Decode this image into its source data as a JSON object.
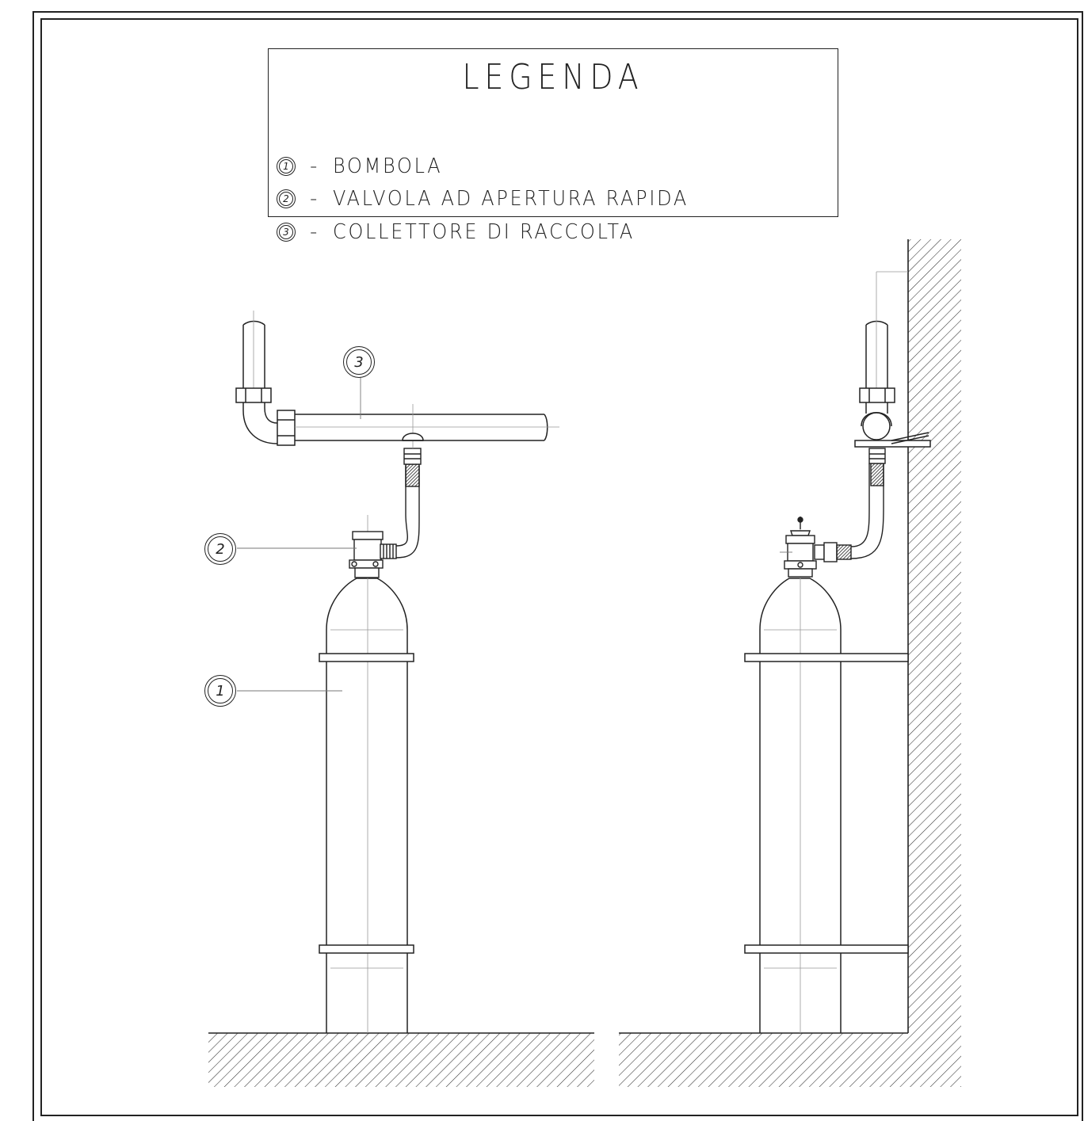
{
  "legend": {
    "title": "LEGENDA",
    "items": [
      {
        "num": "1",
        "dash": "-",
        "text": "BOMBOLA"
      },
      {
        "num": "2",
        "dash": "-",
        "text": "VALVOLA AD APERTURA RAPIDA"
      },
      {
        "num": "3",
        "dash": "-",
        "text": "COLLETTORE DI RACCOLTA"
      }
    ]
  },
  "callouts": {
    "c1": "1",
    "c2": "2",
    "c3": "3"
  },
  "colors": {
    "line": "#222222",
    "thin": "#888888",
    "hatch": "#333333"
  }
}
